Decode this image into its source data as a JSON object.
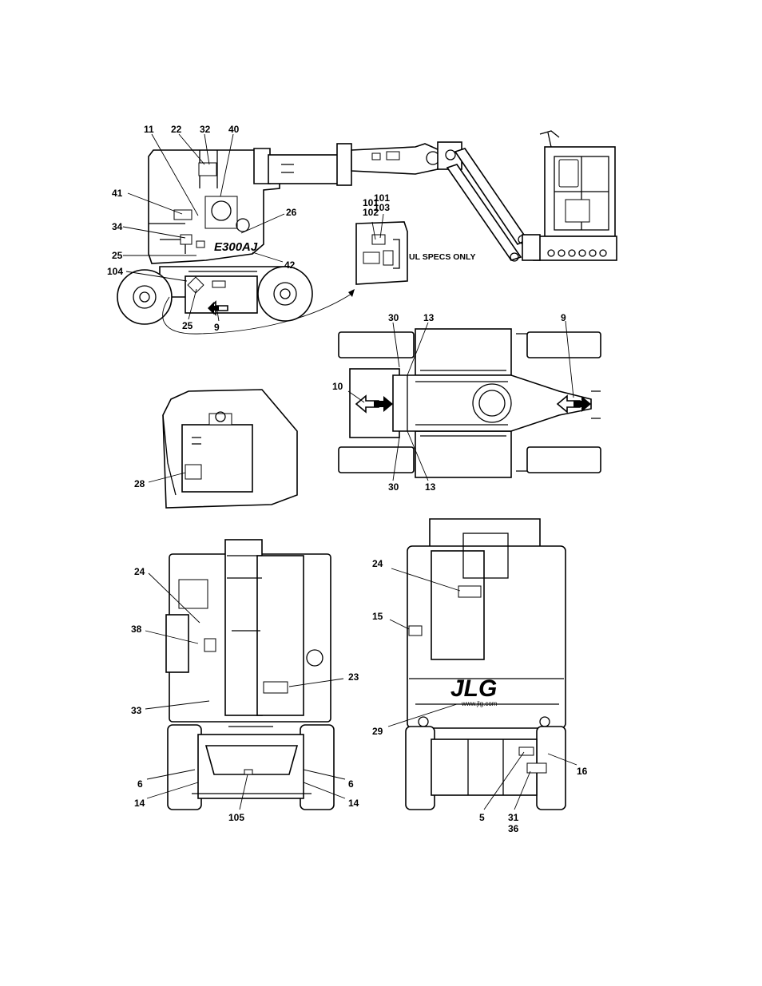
{
  "callouts": {
    "side_view": {
      "c11": "11",
      "c22": "22",
      "c32": "32",
      "c40": "40",
      "c41": "41",
      "c34": "34",
      "c25a": "25",
      "c104": "104",
      "c26": "26",
      "c42": "42",
      "c25b": "25",
      "c9": "9"
    },
    "ul_detail": {
      "c101a": "101",
      "c102": "102",
      "c101b": "101",
      "c103": "103",
      "note": "UL SPECS ONLY"
    },
    "top_view": {
      "c30a": "30",
      "c13a": "13",
      "c9": "9",
      "c10": "10",
      "c30b": "30",
      "c13b": "13"
    },
    "detail_view": {
      "c28": "28"
    },
    "rear_view": {
      "c24": "24",
      "c38": "38",
      "c33": "33",
      "c23": "23",
      "c6a": "6",
      "c6b": "6",
      "c14a": "14",
      "c14b": "14",
      "c105": "105"
    },
    "front_view": {
      "c24": "24",
      "c15": "15",
      "c29": "29",
      "c16": "16",
      "c5": "5",
      "c31": "31",
      "c36": "36",
      "logo": "JLG",
      "url": "www.jlg.com",
      "model": "E300AJ"
    }
  },
  "colors": {
    "ink": "#000000",
    "paper": "#ffffff"
  },
  "icons": [
    "direction-arrow-icon"
  ]
}
